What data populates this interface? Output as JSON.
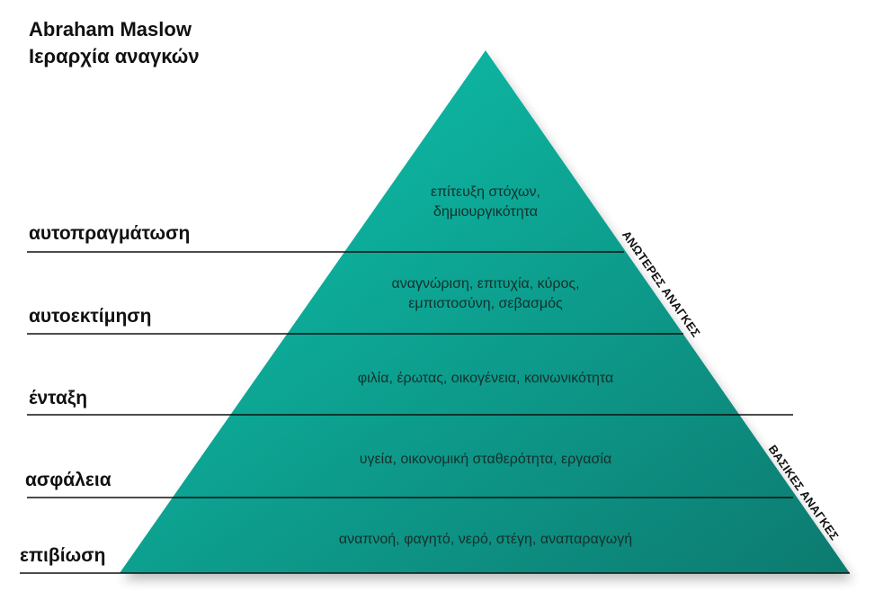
{
  "title": {
    "line1": "Abraham Maslow",
    "line2": "Ιεραρχία αναγκών"
  },
  "levels": [
    {
      "label": "αυτοπραγμάτωση",
      "description": [
        "επίτευξη στόχων,",
        "δημιουργικότητα"
      ]
    },
    {
      "label": "αυτοεκτίμηση",
      "description": [
        "αναγνώριση, επιτυχία, κύρος,",
        "εμπιστοσύνη, σεβασμός"
      ]
    },
    {
      "label": "ένταξη",
      "description": [
        "φιλία, έρωτας, οικογένεια, κοινωνικότητα"
      ]
    },
    {
      "label": "ασφάλεια",
      "description": [
        "υγεία, οικονομική σταθερότητα, εργασία"
      ]
    },
    {
      "label": "επιβίωση",
      "description": [
        "αναπνοή, φαγητό, νερό, στέγη, αναπαραγωγή"
      ]
    }
  ],
  "groups": {
    "upper": "ΑΝΩΤΕΡΕΣ ΑΝΑΓΚΕΣ",
    "basic": "ΒΑΣΙΚΕΣ ΑΝΑΓΚΕΣ"
  },
  "colors": {
    "pyramid_top": "#10c6b0",
    "pyramid_bottom": "#0e7a6f",
    "lines": "#111111"
  }
}
